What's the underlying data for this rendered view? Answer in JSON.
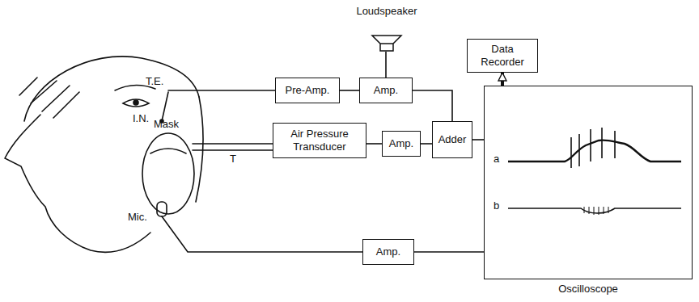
{
  "diagram": {
    "nodes": [
      {
        "text": [
          "Loudspeaker"
        ]
      },
      {
        "text": [
          "Data Recorder"
        ]
      },
      {
        "text": [
          "Pre-Amp."
        ]
      },
      {
        "text": [
          "Amp."
        ]
      },
      {
        "text": [
          "Adder"
        ]
      },
      {
        "text": [
          "Air Pressure Transducer"
        ]
      },
      {
        "text": [
          "Amp."
        ]
      },
      {
        "text": [
          "Oscilloscope"
        ]
      },
      {
        "text": [
          "Amp."
        ]
      }
    ],
    "edges": [
      {
        "from": 2,
        "to": 3,
        "arrow": "none"
      },
      {
        "from": 3,
        "to": 0,
        "arrow": "none"
      },
      {
        "from": 3,
        "to": 4,
        "arrow": "none"
      },
      {
        "from": 5,
        "to": 6,
        "arrow": "none"
      },
      {
        "from": 6,
        "to": 4,
        "arrow": "none"
      },
      {
        "from": 4,
        "to": 7,
        "arrow": "none"
      },
      {
        "from": 8,
        "to": 7,
        "arrow": "none"
      },
      {
        "from": 7,
        "to": 1,
        "arrow": "to"
      }
    ],
    "labels": [
      "T.E.",
      "I.N.",
      "Mask",
      "Mic.",
      "T",
      "a",
      "b"
    ]
  }
}
